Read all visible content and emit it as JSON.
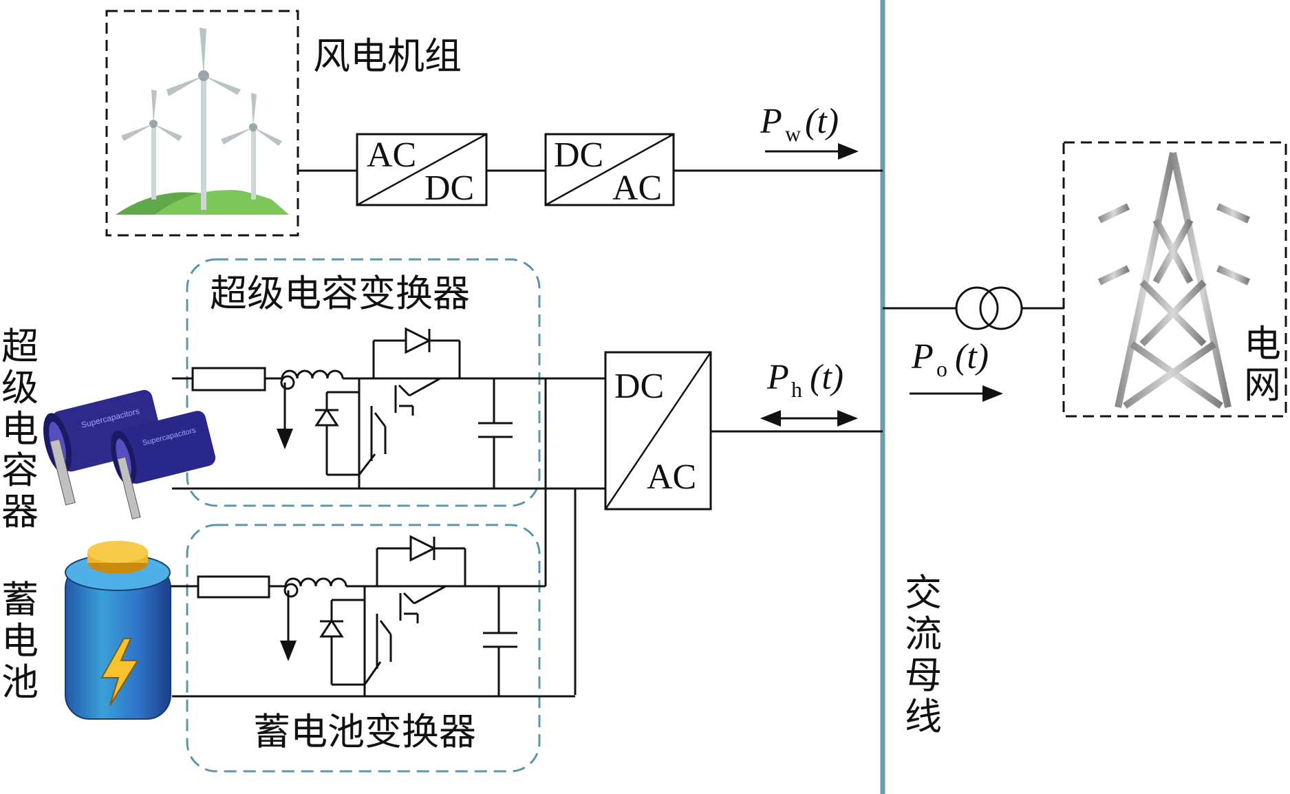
{
  "labels": {
    "wind": "风电机组",
    "sc_converter": "超级电容变换器",
    "supercap": [
      "超",
      "级",
      "电",
      "容",
      "器"
    ],
    "battery": [
      "蓄",
      "电",
      "池"
    ],
    "battery_converter": "蓄电池变换器",
    "ac_bus": [
      "交",
      "流",
      "母",
      "线"
    ],
    "grid": [
      "电",
      "网"
    ]
  },
  "converters": {
    "wind_rect": {
      "top": "AC",
      "bottom": "DC"
    },
    "wind_inv": {
      "top": "DC",
      "bottom": "AC"
    },
    "hybrid_inv": {
      "top": "DC",
      "bottom": "AC"
    }
  },
  "power": {
    "pw": {
      "sym": "P",
      "sub": "w",
      "arg": "(t)"
    },
    "ph": {
      "sym": "P",
      "sub": "h",
      "arg": "(t)"
    },
    "po": {
      "sym": "P",
      "sub": "o",
      "arg": "(t)"
    }
  },
  "device_text": {
    "supercap_brand": "Supercapacitors"
  },
  "colors": {
    "bus": "#6a9fb0",
    "dashed_blue": "#5d95a8",
    "line": "#111111",
    "battery_body": "#2f73c8",
    "battery_cap": "#f0b72a",
    "supercap_body": "#2d2a8c",
    "hill": "#5fa94a"
  }
}
